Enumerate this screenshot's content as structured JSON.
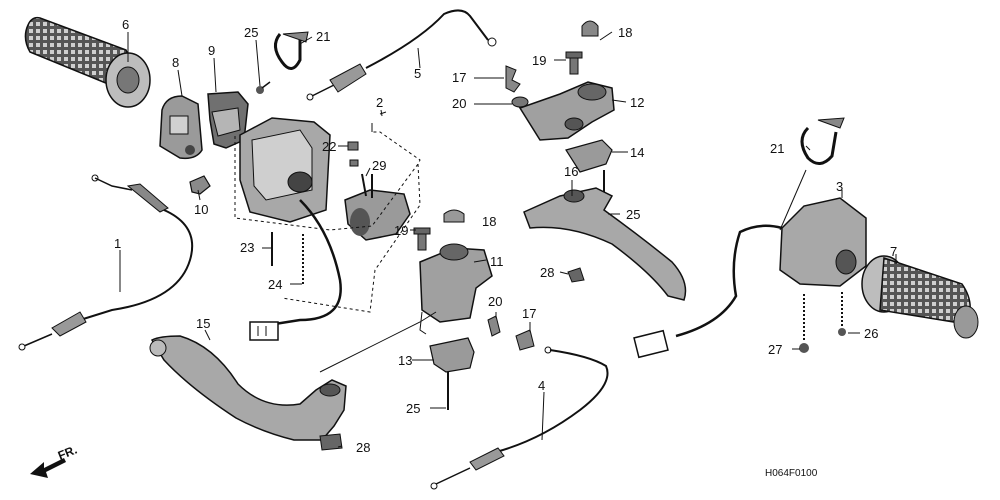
{
  "diagram": {
    "diagram_code": "H064F0100",
    "direction_label": "FR.",
    "callouts": [
      {
        "id": "p1",
        "label": "1"
      },
      {
        "id": "p2",
        "label": "2"
      },
      {
        "id": "p3",
        "label": "3"
      },
      {
        "id": "p5",
        "label": "5"
      },
      {
        "id": "p4",
        "label": "4"
      },
      {
        "id": "p6",
        "label": "6"
      },
      {
        "id": "p7",
        "label": "7"
      },
      {
        "id": "p8",
        "label": "8"
      },
      {
        "id": "p9",
        "label": "9"
      },
      {
        "id": "p10",
        "label": "10"
      },
      {
        "id": "p11",
        "label": "11"
      },
      {
        "id": "p12",
        "label": "12"
      },
      {
        "id": "p13",
        "label": "13"
      },
      {
        "id": "p14",
        "label": "14"
      },
      {
        "id": "p15",
        "label": "15"
      },
      {
        "id": "p16",
        "label": "16"
      },
      {
        "id": "p17a",
        "label": "17"
      },
      {
        "id": "p17b",
        "label": "17"
      },
      {
        "id": "p18a",
        "label": "18"
      },
      {
        "id": "p18b",
        "label": "18"
      },
      {
        "id": "p19a",
        "label": "19"
      },
      {
        "id": "p19b",
        "label": "19"
      },
      {
        "id": "p20a",
        "label": "20"
      },
      {
        "id": "p20b",
        "label": "20"
      },
      {
        "id": "p21a",
        "label": "21"
      },
      {
        "id": "p21b",
        "label": "21"
      },
      {
        "id": "p22",
        "label": "22"
      },
      {
        "id": "p23",
        "label": "23"
      },
      {
        "id": "p24",
        "label": "24"
      },
      {
        "id": "p25a",
        "label": "25"
      },
      {
        "id": "p25b",
        "label": "25"
      },
      {
        "id": "p25c",
        "label": "25"
      },
      {
        "id": "p26",
        "label": "26"
      },
      {
        "id": "p27",
        "label": "27"
      },
      {
        "id": "p28a",
        "label": "28"
      },
      {
        "id": "p28b",
        "label": "28"
      },
      {
        "id": "p29",
        "label": "29"
      }
    ]
  }
}
